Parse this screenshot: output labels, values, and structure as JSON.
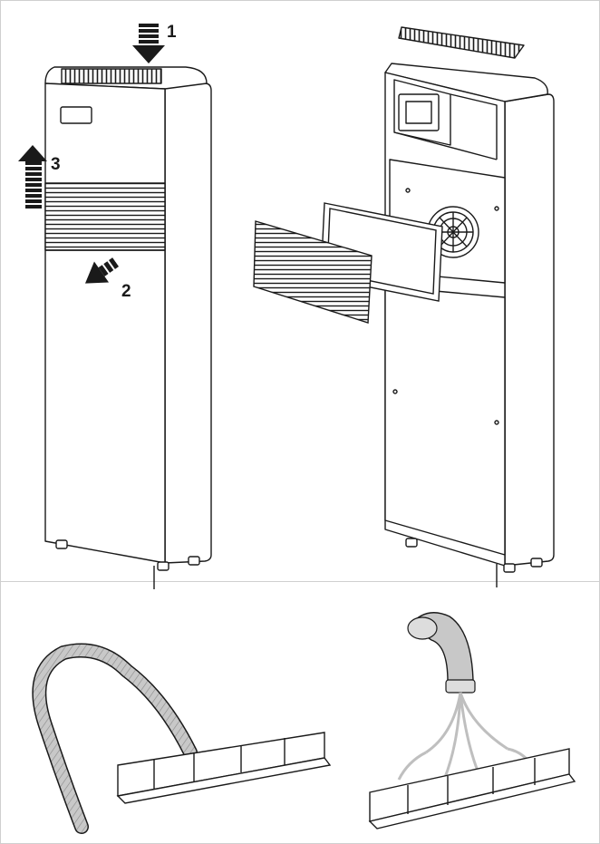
{
  "callouts": {
    "step_1": "1",
    "step_2": "2",
    "step_3": "3"
  },
  "colors": {
    "line": "#1a1a1a",
    "body_fill": "#ffffff",
    "arrow_fill": "#1a1a1a",
    "hose_fill": "#bdbdbd",
    "frame": "#cfcfcf"
  },
  "icons": {
    "airflow_in": "arrow-down-icon",
    "airflow_out_front": "arrow-out-icon",
    "airflow_up": "arrow-up-icon"
  }
}
